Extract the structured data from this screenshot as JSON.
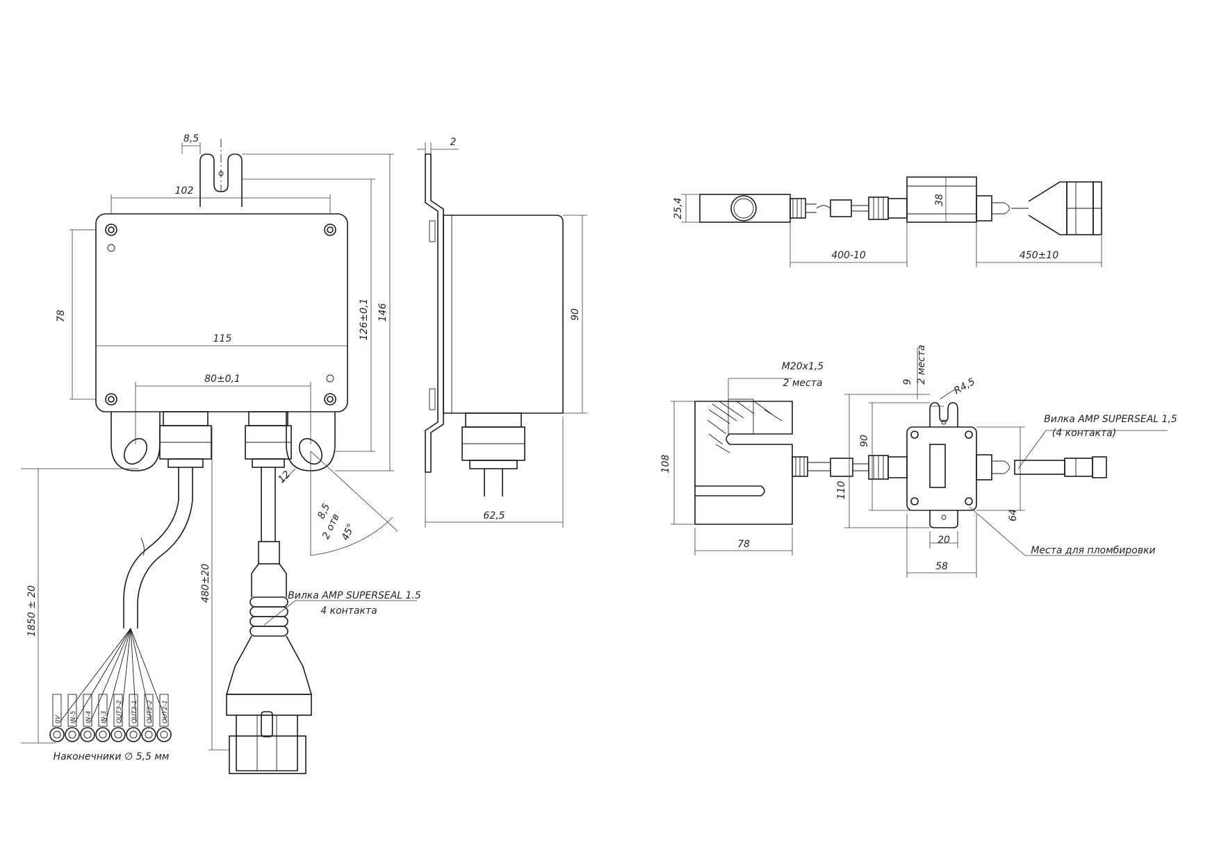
{
  "front_view": {
    "dims": {
      "top_width": "102",
      "slot_width": "8,5",
      "body_height": "78",
      "body_width": "115",
      "hole_spacing": "80±0,1",
      "mount_height": "126±0,1",
      "total_height": "146",
      "slot_hole": "8,5",
      "holes_count": "2 отв",
      "angle": "45°",
      "hole_radius": "12",
      "cable_length_1": "1850 ± 20",
      "cable_length_2": "480±20"
    },
    "plug_label": "Вилка AMP SUPERSEAL 1.5",
    "plug_contacts": "4 контакта",
    "terminals_label": "Наконечники  ∅ 5,5 мм",
    "terminal_tags": [
      "0V",
      "IN-5",
      "IN-4",
      "IN-3",
      "OUT3-2",
      "OUT3-1",
      "OUT2-2",
      "OUT2-1"
    ]
  },
  "side_view": {
    "dims": {
      "thickness": "2",
      "height": "90",
      "depth": "62,5"
    }
  },
  "top_right": {
    "dims": {
      "beam_height": "25,4",
      "box_height": "38",
      "cable_1": "400-10",
      "cable_2": "450±10"
    }
  },
  "bottom_right": {
    "dims": {
      "thread": "M20x1,5",
      "thread_places": "2 места",
      "sensor_height": "108",
      "sensor_width": "78",
      "slot": "9",
      "slot_places": "2 места",
      "radius": "R4,5",
      "dim_90": "90",
      "dim_110": "110",
      "dim_64": "64",
      "dim_20": "20",
      "dim_58": "58"
    },
    "plug_label": "Вилка AMP SUPERSEAL 1,5",
    "plug_contacts": "(4 контакта)",
    "seal_label": "Места для пломбировки"
  }
}
